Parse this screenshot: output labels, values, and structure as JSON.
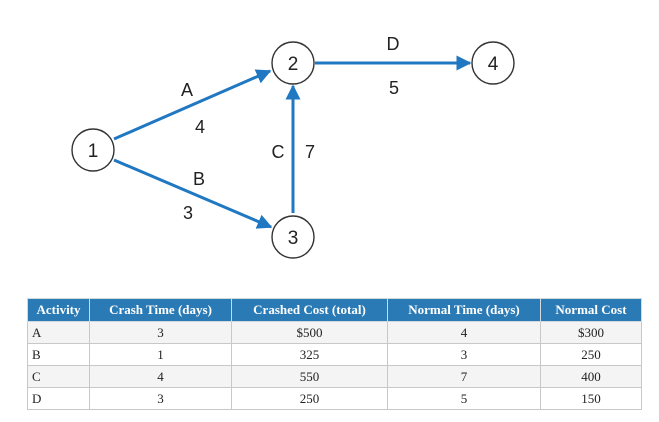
{
  "network": {
    "nodes": [
      {
        "id": "1",
        "label": "1"
      },
      {
        "id": "2",
        "label": "2"
      },
      {
        "id": "3",
        "label": "3"
      },
      {
        "id": "4",
        "label": "4"
      }
    ],
    "edges": [
      {
        "activity": "A",
        "duration": "4",
        "from": "1",
        "to": "2"
      },
      {
        "activity": "B",
        "duration": "3",
        "from": "1",
        "to": "3"
      },
      {
        "activity": "C",
        "duration": "7",
        "from": "3",
        "to": "2"
      },
      {
        "activity": "D",
        "duration": "5",
        "from": "2",
        "to": "4"
      }
    ],
    "edge_color": "#1f78c1"
  },
  "table": {
    "header_color": "#2a7ab5",
    "headers": [
      "Activity",
      "Crash Time (days)",
      "Crashed Cost (total)",
      "Normal Time (days)",
      "Normal Cost"
    ],
    "rows": [
      [
        "A",
        "3",
        "$500",
        "4",
        "$300"
      ],
      [
        "B",
        "1",
        "325",
        "3",
        "250"
      ],
      [
        "C",
        "4",
        "550",
        "7",
        "400"
      ],
      [
        "D",
        "3",
        "250",
        "5",
        "150"
      ]
    ]
  }
}
